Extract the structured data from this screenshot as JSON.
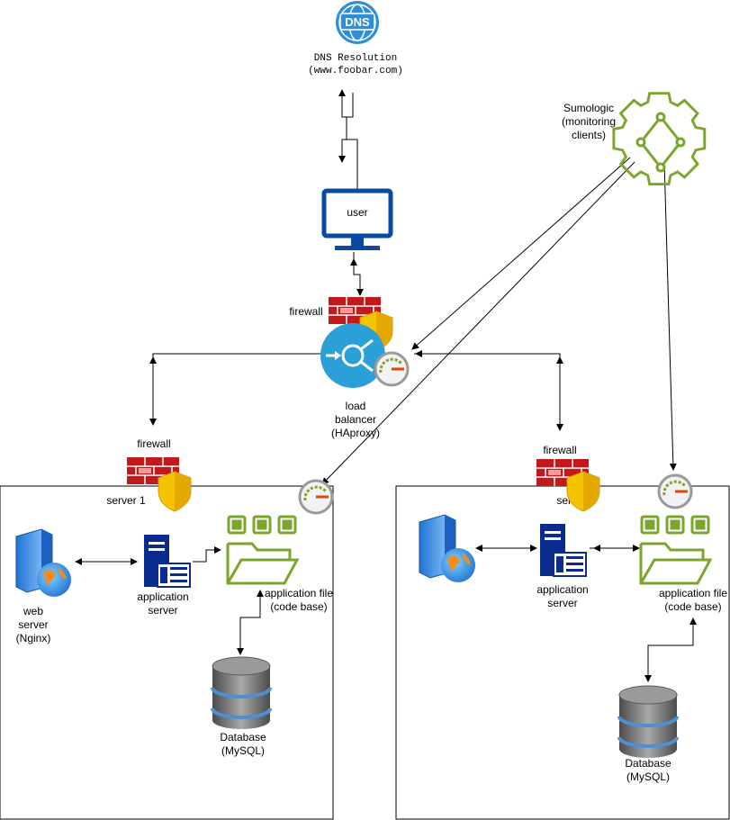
{
  "dns": {
    "title": "DNS Resolution",
    "domain": "(www.foobar.com)",
    "icon_text": "DNS",
    "icon_name": "dns-icon"
  },
  "user": {
    "label": "user"
  },
  "monitoring": {
    "line1": "Sumologic",
    "line2": "(monitoring",
    "line3": "clients)"
  },
  "firewalls": {
    "top_label": "firewall",
    "left_label": "firewall",
    "right_label": "firewall"
  },
  "load_balancer": {
    "line1": "load",
    "line2": "balancer",
    "line3": "(HAproxy)"
  },
  "server1": {
    "label": "server 1",
    "web_server": {
      "line1": "web",
      "line2": "server",
      "line3": "(Nginx)"
    },
    "app_server": {
      "line1": "application",
      "line2": "server"
    },
    "app_files": {
      "line1": "application file",
      "line2": "(code base)"
    },
    "database": {
      "line1": "Database",
      "line2": "(MySQL)"
    }
  },
  "server2": {
    "label": "server 2",
    "app_server": {
      "line1": "application",
      "line2": "server"
    },
    "app_files": {
      "line1": "application file",
      "line2": "(code base)"
    },
    "database": {
      "line1": "Database",
      "line2": "(MySQL)"
    }
  },
  "colors": {
    "dns_blue": "#2f8fd6",
    "monitor_navy": "#0a4aa0",
    "firewall_red": "#c2191c",
    "shield_gold": "#f5c400",
    "lb_blue": "#2a9fd8",
    "sumo_green": "#7ba52c",
    "server_navy": "#0b2c8f",
    "db_gray": "#6f6f6f"
  }
}
